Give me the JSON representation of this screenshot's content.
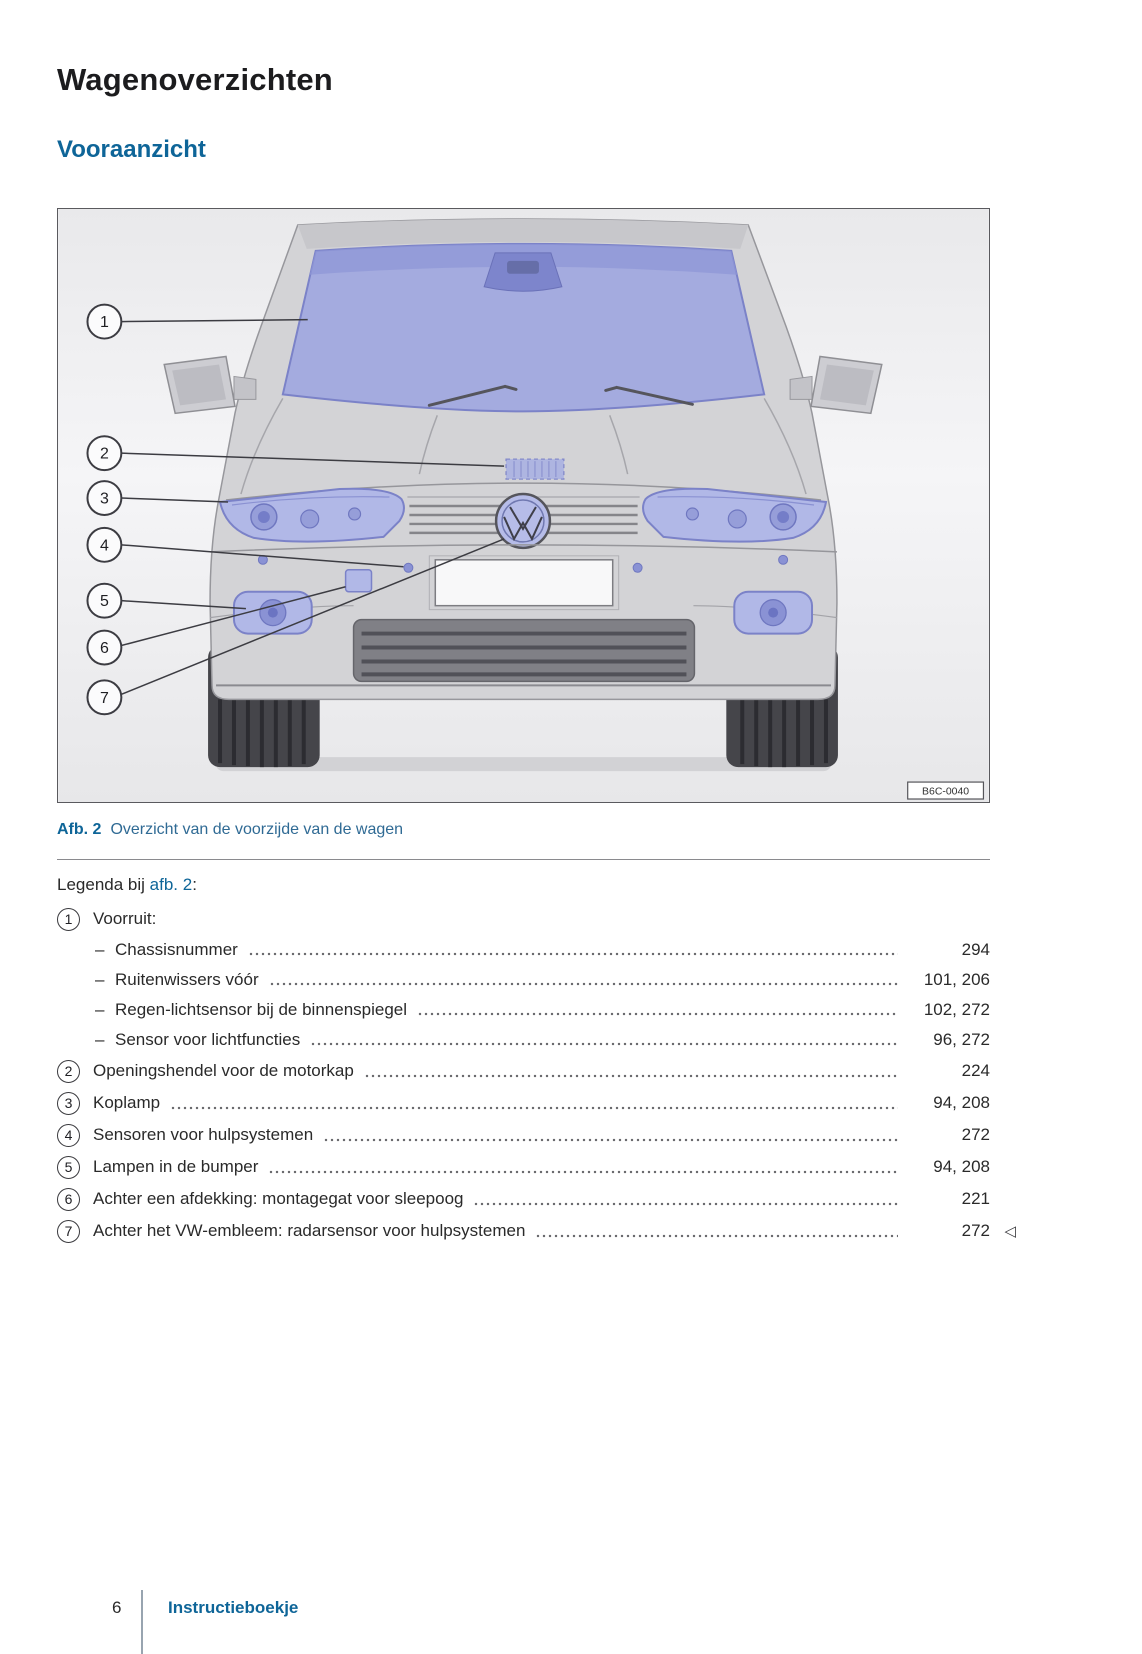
{
  "header": {
    "title": "Wagenoverzichten",
    "subtitle": "Vooraanzicht"
  },
  "figure": {
    "image_code": "B6C-0040",
    "caption_label": "Afb. 2",
    "caption_text": "Overzicht van de voorzijde van de wagen",
    "callouts": [
      "1",
      "2",
      "3",
      "4",
      "5",
      "6",
      "7"
    ]
  },
  "legend": {
    "intro_prefix": "Legenda bij ",
    "intro_link": "afb. 2",
    "intro_suffix": ":",
    "sub_bullet": "–",
    "items": [
      {
        "num": "1",
        "label": "Voorruit:",
        "subitems": [
          {
            "label": "Chassisnummer",
            "pages": "294"
          },
          {
            "label": "Ruitenwissers vóór",
            "pages": "101, 206"
          },
          {
            "label": "Regen-lichtsensor bij de binnenspiegel",
            "pages": "102, 272"
          },
          {
            "label": "Sensor voor lichtfuncties",
            "pages": "96, 272"
          }
        ]
      },
      {
        "num": "2",
        "label": "Openingshendel voor de motorkap",
        "pages": "224"
      },
      {
        "num": "3",
        "label": "Koplamp",
        "pages": "94, 208"
      },
      {
        "num": "4",
        "label": "Sensoren voor hulpsystemen",
        "pages": "272"
      },
      {
        "num": "5",
        "label": "Lampen in de bumper",
        "pages": "94, 208"
      },
      {
        "num": "6",
        "label": "Achter een afdekking: montagegat voor sleepoog",
        "pages": "221"
      },
      {
        "num": "7",
        "label": "Achter het VW-embleem: radarsensor voor hulpsystemen",
        "pages": "272",
        "end_marker": "◁"
      }
    ]
  },
  "footer": {
    "page_number": "6",
    "book_title": "Instructieboekje"
  },
  "colors": {
    "heading_blue": "#0e6598",
    "caption_blue": "#2f6a94",
    "highlight_blue": "#8a92d4"
  }
}
